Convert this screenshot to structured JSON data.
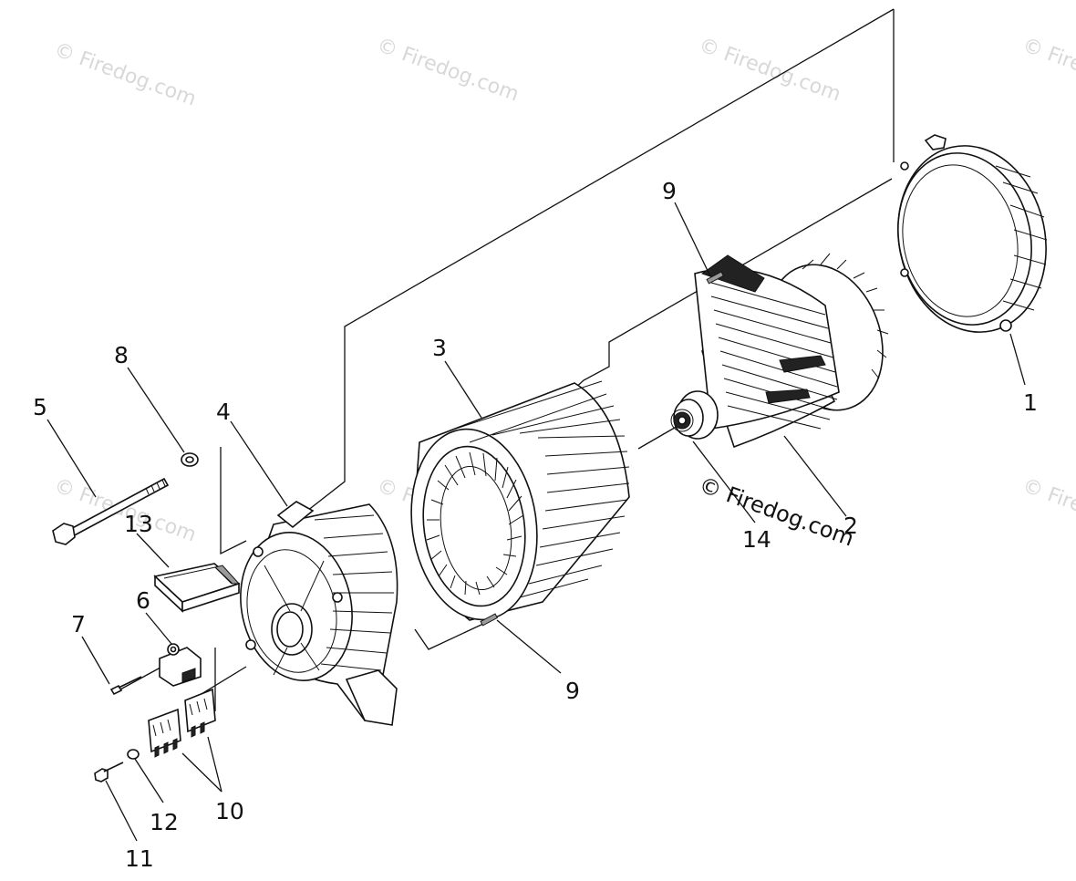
{
  "watermark": {
    "text": "© Firedog.com",
    "prominent_text": "© Firedog.com"
  },
  "callouts": {
    "c1": "1",
    "c2": "2",
    "c3": "3",
    "c4": "4",
    "c5": "5",
    "c6": "6",
    "c7": "7",
    "c8": "8",
    "c9a": "9",
    "c9b": "9",
    "c10": "10",
    "c11": "11",
    "c12": "12",
    "c13": "13",
    "c14": "14"
  },
  "parts": [
    {
      "id": "1",
      "name": "rear-housing-icon"
    },
    {
      "id": "2",
      "name": "rotor-icon"
    },
    {
      "id": "3",
      "name": "stator-icon"
    },
    {
      "id": "4",
      "name": "front-housing-icon"
    },
    {
      "id": "5",
      "name": "through-bolt-icon"
    },
    {
      "id": "6",
      "name": "brush-holder-icon"
    },
    {
      "id": "7",
      "name": "screw-icon"
    },
    {
      "id": "8",
      "name": "washer-icon"
    },
    {
      "id": "9",
      "name": "dowel-pin-icon"
    },
    {
      "id": "10",
      "name": "rectifier-icon"
    },
    {
      "id": "11",
      "name": "bolt-icon"
    },
    {
      "id": "12",
      "name": "lock-washer-icon"
    },
    {
      "id": "13",
      "name": "capacitor-pad-icon"
    },
    {
      "id": "14",
      "name": "bearing-icon"
    }
  ]
}
